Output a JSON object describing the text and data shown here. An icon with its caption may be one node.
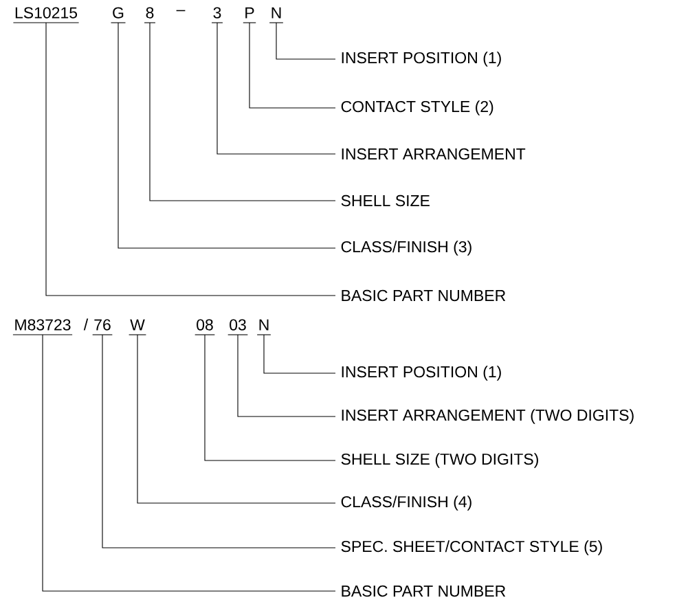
{
  "diagram": {
    "nodes": [
      {
        "text": [
          "LS10215"
        ]
      },
      {
        "text": [
          "G"
        ]
      },
      {
        "text": [
          "8"
        ]
      },
      {
        "text": [
          "3"
        ]
      },
      {
        "text": [
          "P"
        ]
      },
      {
        "text": [
          "N"
        ]
      },
      {
        "text": [
          "INSERT POSITION (1)"
        ]
      },
      {
        "text": [
          "CONTACT STYLE (2)"
        ]
      },
      {
        "text": [
          "INSERT ARRANGEMENT"
        ]
      },
      {
        "text": [
          "SHELL SIZE"
        ]
      },
      {
        "text": [
          "CLASS/FINISH (3)"
        ]
      },
      {
        "text": [
          "BASIC PART NUMBER"
        ]
      },
      {
        "text": [
          "M83723"
        ]
      },
      {
        "text": [
          "76"
        ]
      },
      {
        "text": [
          "W"
        ]
      },
      {
        "text": [
          "08"
        ]
      },
      {
        "text": [
          "03"
        ]
      },
      {
        "text": [
          "N"
        ]
      },
      {
        "text": [
          "INSERT POSITION (1)"
        ]
      },
      {
        "text": [
          "INSERT ARRANGEMENT (TWO DIGITS)"
        ]
      },
      {
        "text": [
          "SHELL SIZE (TWO DIGITS)"
        ]
      },
      {
        "text": [
          "CLASS/FINISH (4)"
        ]
      },
      {
        "text": [
          "SPEC. SHEET/CONTACT STYLE (5)"
        ]
      },
      {
        "text": [
          "BASIC PART NUMBER"
        ]
      }
    ],
    "edges": [
      {
        "from": 5,
        "to": 6,
        "arrow": "none"
      },
      {
        "from": 4,
        "to": 7,
        "arrow": "none"
      },
      {
        "from": 3,
        "to": 8,
        "arrow": "none"
      },
      {
        "from": 2,
        "to": 9,
        "arrow": "none"
      },
      {
        "from": 1,
        "to": 10,
        "arrow": "none"
      },
      {
        "from": 0,
        "to": 11,
        "arrow": "none"
      },
      {
        "from": 17,
        "to": 18,
        "arrow": "none"
      },
      {
        "from": 16,
        "to": 19,
        "arrow": "none"
      },
      {
        "from": 15,
        "to": 20,
        "arrow": "none"
      },
      {
        "from": 14,
        "to": 21,
        "arrow": "none"
      },
      {
        "from": 13,
        "to": 22,
        "arrow": "none"
      },
      {
        "from": 12,
        "to": 23,
        "arrow": "none"
      }
    ],
    "labels": [
      "–",
      "/"
    ]
  }
}
